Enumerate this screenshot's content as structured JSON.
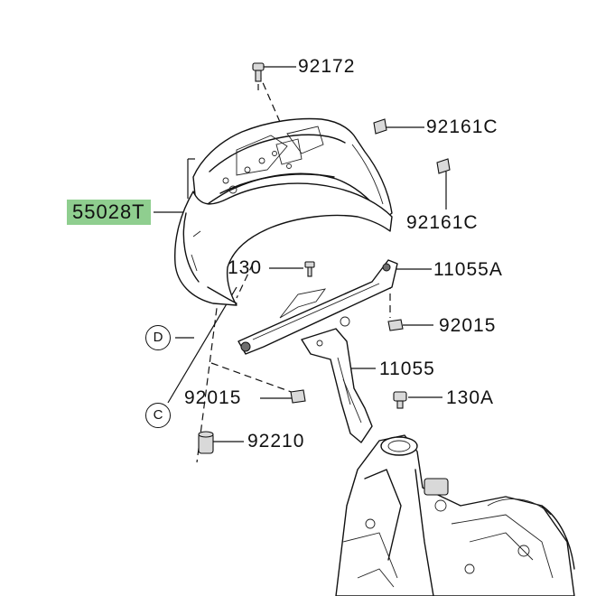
{
  "parts": {
    "bolt_top": "92172",
    "clip_upper": "92161C",
    "clip_lower": "92161C",
    "cowl": "55028T",
    "bolt_130": "130",
    "bracket_a": "11055A",
    "nut_right": "92015",
    "bracket": "11055",
    "bolt_130a": "130A",
    "nut_left": "92015",
    "collar": "92210"
  },
  "refs": {
    "d": "D",
    "c": "C"
  },
  "highlight_color": "#8fce8f"
}
